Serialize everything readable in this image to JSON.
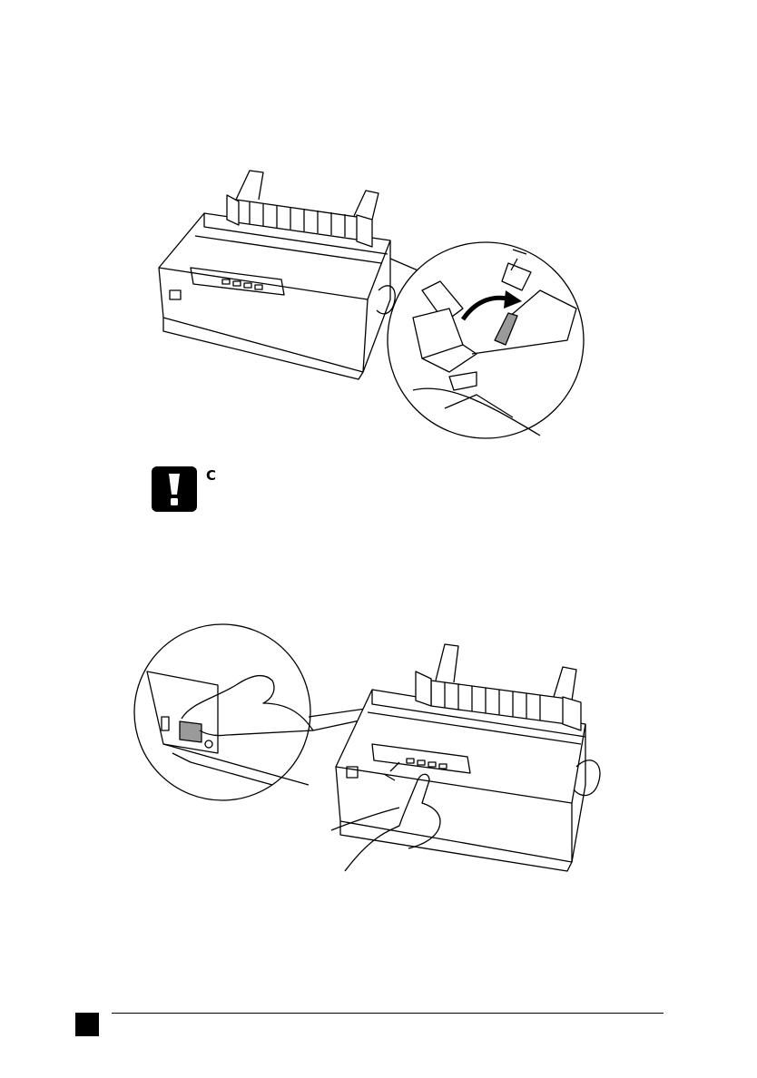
{
  "caution": {
    "label": "C",
    "icon": "exclamation-icon"
  },
  "figures": [
    {
      "name": "printer-release-lever-figure"
    },
    {
      "name": "printer-control-panel-figure"
    }
  ],
  "colors": {
    "ink": "#000000",
    "paper": "#ffffff",
    "shade": "#9a9a9a"
  }
}
